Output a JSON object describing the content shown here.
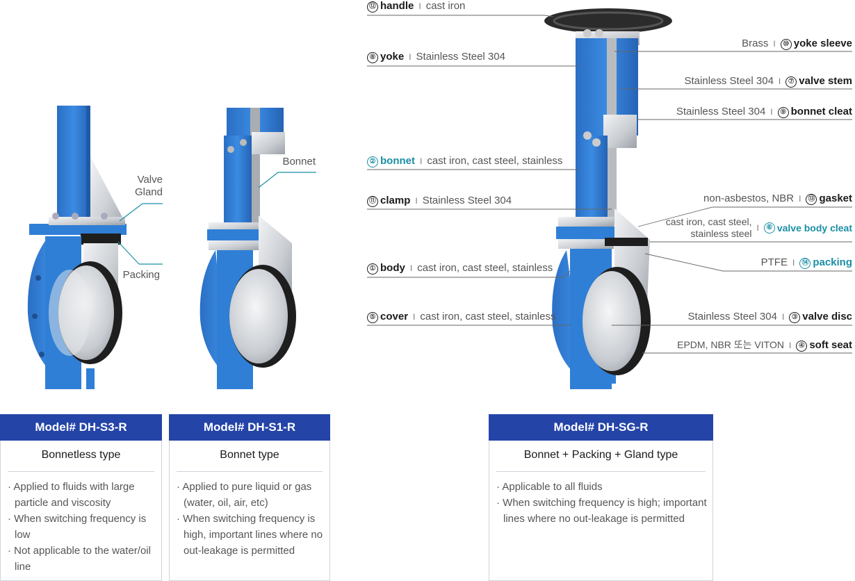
{
  "left_diagram": {
    "gland_label": "Valve\nGland",
    "packing_label": "Packing"
  },
  "mid_diagram": {
    "bonnet_label": "Bonnet"
  },
  "parts": [
    {
      "num": "⑫",
      "name": "handle",
      "material": "cast iron"
    },
    {
      "num": "⑧",
      "name": "yoke",
      "material": "Stainless Steel 304"
    },
    {
      "num": "②",
      "name": "bonnet",
      "material": "cast iron, cast steel, stainless"
    },
    {
      "num": "⑪",
      "name": "clamp",
      "material": "Stainless Steel 304"
    },
    {
      "num": "①",
      "name": "body",
      "material": "cast iron, cast steel, stainless"
    },
    {
      "num": "⑤",
      "name": "cover",
      "material": "cast iron, cast steel, stainless"
    },
    {
      "num": "⑩",
      "name": "yoke sleeve",
      "material": "Brass"
    },
    {
      "num": "⑦",
      "name": "valve stem",
      "material": "Stainless Steel 304"
    },
    {
      "num": "⑨",
      "name": "bonnet cleat",
      "material": "Stainless Steel 304"
    },
    {
      "num": "⑬",
      "name": "gasket",
      "material": "non-asbestos, NBR"
    },
    {
      "num": "⑥",
      "name": "valve body cleat",
      "material": "cast iron, cast steel,\nstainless steel"
    },
    {
      "num": "⑭",
      "name": "packing",
      "material": "PTFE"
    },
    {
      "num": "③",
      "name": "valve disc",
      "material": "Stainless Steel 304"
    },
    {
      "num": "④",
      "name": "soft seat",
      "material": "EPDM, NBR 또는 VITON"
    }
  ],
  "separator": "I",
  "cards": [
    {
      "model": "Model# DH-S3-R",
      "type": "Bonnetless type",
      "items": [
        "Applied to fluids with large particle and viscosity",
        "When switching frequency is low",
        "Not applicable to the water/oil line"
      ]
    },
    {
      "model": "Model# DH-S1-R",
      "type": "Bonnet type",
      "items": [
        "Applied to pure liquid or gas (water, oil, air, etc)",
        "When switching frequency is high, important lines where no out-leakage is permitted"
      ]
    },
    {
      "model": "Model# DH-SG-R",
      "type": "Bonnet + Packing + Gland type",
      "items": [
        "Applicable to all fluids",
        "When switching frequency is high; important lines where no out-leakage is permitted"
      ]
    }
  ],
  "colors": {
    "brand_blue": "#2444a8",
    "valve_blue": "#2f7fd6",
    "teal": "#1a8fa5",
    "steel": "#c9cdd2",
    "seat": "#222222"
  }
}
